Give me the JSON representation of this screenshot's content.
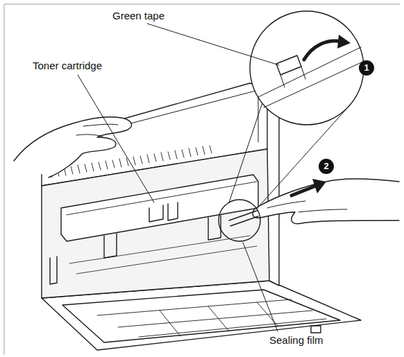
{
  "diagram": {
    "labels": [
      "Green tape",
      "1",
      "Toner cartridge",
      "2",
      "Sealing film"
    ]
  }
}
